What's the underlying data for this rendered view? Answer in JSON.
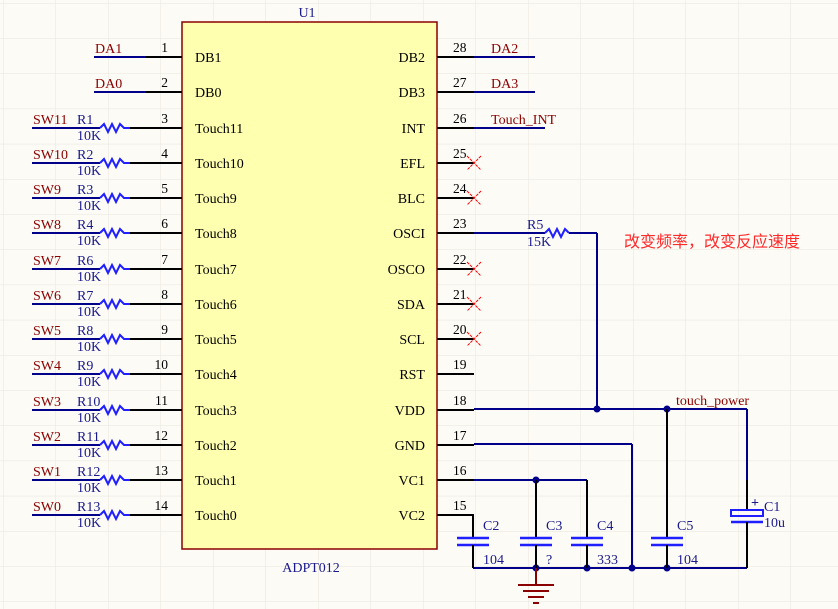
{
  "schematic": {
    "chip": {
      "designator": "U1",
      "part": "ADPT012",
      "left_pins": [
        {
          "num": "1",
          "name": "DB1",
          "net": "DA1"
        },
        {
          "num": "2",
          "name": "DB0",
          "net": "DA0"
        },
        {
          "num": "3",
          "name": "Touch11",
          "net": "SW11",
          "res": "R1",
          "val": "10K"
        },
        {
          "num": "4",
          "name": "Touch10",
          "net": "SW10",
          "res": "R2",
          "val": "10K"
        },
        {
          "num": "5",
          "name": "Touch9",
          "net": "SW9",
          "res": "R3",
          "val": "10K"
        },
        {
          "num": "6",
          "name": "Touch8",
          "net": "SW8",
          "res": "R4",
          "val": "10K"
        },
        {
          "num": "7",
          "name": "Touch7",
          "net": "SW7",
          "res": "R6",
          "val": "10K"
        },
        {
          "num": "8",
          "name": "Touch6",
          "net": "SW6",
          "res": "R7",
          "val": "10K"
        },
        {
          "num": "9",
          "name": "Touch5",
          "net": "SW5",
          "res": "R8",
          "val": "10K"
        },
        {
          "num": "10",
          "name": "Touch4",
          "net": "SW4",
          "res": "R9",
          "val": "10K"
        },
        {
          "num": "11",
          "name": "Touch3",
          "net": "SW3",
          "res": "R10",
          "val": "10K"
        },
        {
          "num": "12",
          "name": "Touch2",
          "net": "SW2",
          "res": "R11",
          "val": "10K"
        },
        {
          "num": "13",
          "name": "Touch1",
          "net": "SW1",
          "res": "R12",
          "val": "10K"
        },
        {
          "num": "14",
          "name": "Touch0",
          "net": "SW0",
          "res": "R13",
          "val": "10K"
        }
      ],
      "right_pins": [
        {
          "num": "28",
          "name": "DB2",
          "net": "DA2",
          "nc": false
        },
        {
          "num": "27",
          "name": "DB3",
          "net": "DA3",
          "nc": false
        },
        {
          "num": "26",
          "name": "INT",
          "net": "Touch_INT",
          "nc": false
        },
        {
          "num": "25",
          "name": "EFL",
          "net": "",
          "nc": true
        },
        {
          "num": "24",
          "name": "BLC",
          "net": "",
          "nc": true
        },
        {
          "num": "23",
          "name": "OSCI",
          "net": "",
          "nc": false
        },
        {
          "num": "22",
          "name": "OSCO",
          "net": "",
          "nc": true
        },
        {
          "num": "21",
          "name": "SDA",
          "net": "",
          "nc": true
        },
        {
          "num": "20",
          "name": "SCL",
          "net": "",
          "nc": true
        },
        {
          "num": "19",
          "name": "RST",
          "net": "",
          "nc": false
        },
        {
          "num": "18",
          "name": "VDD",
          "net": "",
          "nc": false
        },
        {
          "num": "17",
          "name": "GND",
          "net": "",
          "nc": false
        },
        {
          "num": "16",
          "name": "VC1",
          "net": "",
          "nc": false
        },
        {
          "num": "15",
          "name": "VC2",
          "net": "",
          "nc": false
        }
      ]
    },
    "r5": {
      "ref": "R5",
      "val": "15K"
    },
    "power_net": "touch_power",
    "caps": [
      {
        "ref": "C2",
        "val": "104"
      },
      {
        "ref": "C3",
        "val": "?"
      },
      {
        "ref": "C4",
        "val": "333"
      },
      {
        "ref": "C5",
        "val": "104"
      },
      {
        "ref": "C1",
        "val": "10u",
        "polarized": true,
        "plus": "+"
      }
    ],
    "annotation": "改变频率，改变反应速度",
    "colors": {
      "wire": "#00008b",
      "chip_fill": "#ffffb0",
      "chip_border": "#8b0000",
      "net_label": "#8b0000",
      "component_label": "#1a1a8c",
      "no_connect": "#ff0000",
      "annotation": "#ff2a2a",
      "ground": "#8b0000"
    }
  }
}
